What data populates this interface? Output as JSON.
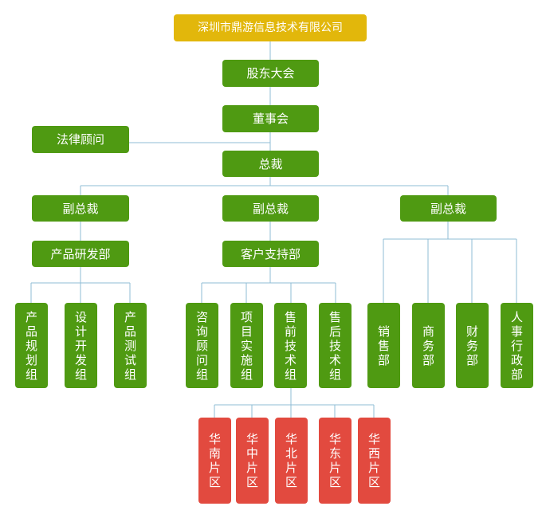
{
  "company": "深圳市鼎游信息技术有限公司",
  "shareholders_meeting": "股东大会",
  "board": "董事会",
  "legal_advisor": "法律顾问",
  "president": "总裁",
  "vp_left": "副总裁",
  "vp_center": "副总裁",
  "vp_right": "副总裁",
  "product_rd": "产品研发部",
  "customer_support": "客户支持部",
  "product_planning": "产品规划组",
  "design_dev": "设计开发组",
  "product_testing": "产品测试组",
  "consulting": "咨询顾问组",
  "project_impl": "项目实施组",
  "presales": "售前技术组",
  "aftersales": "售后技术组",
  "sales": "销售部",
  "business": "商务部",
  "finance": "财务部",
  "hr_admin": "人事行政部",
  "region_south": "华南片区",
  "region_central": "华中片区",
  "region_north": "华北片区",
  "region_east": "华东片区",
  "region_west": "华西片区",
  "colors": {
    "top": "#e2b70b",
    "node": "#4f9a12",
    "region": "#e24a3f",
    "line": "#8fbcd6"
  }
}
